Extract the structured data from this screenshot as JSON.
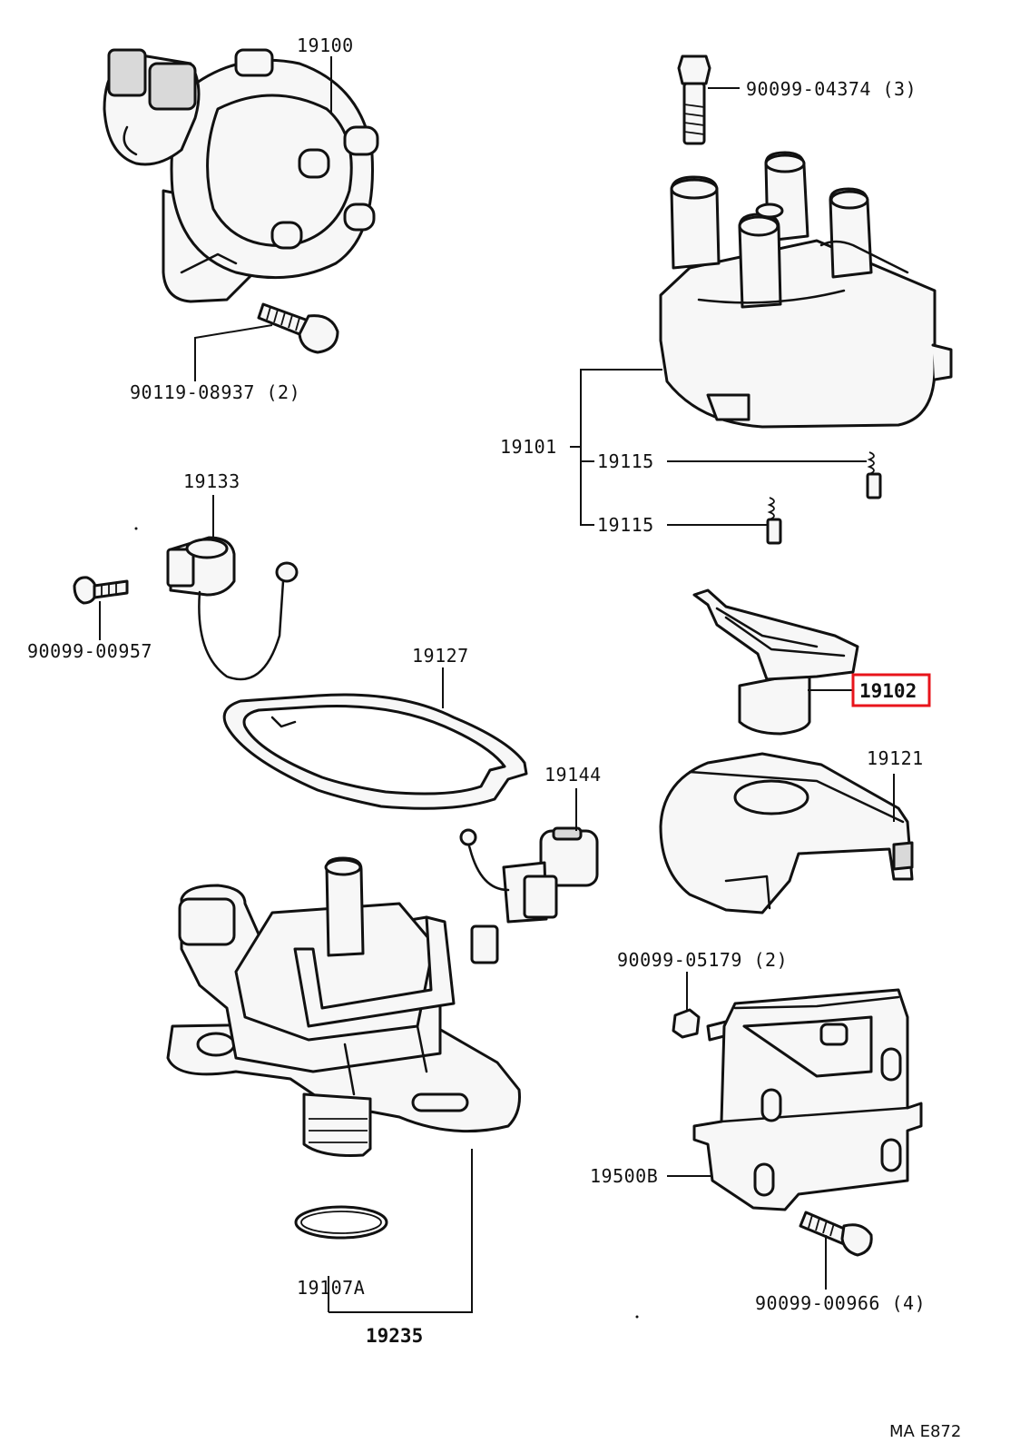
{
  "diagram": {
    "highlight_color": "#e8141b",
    "labels": {
      "p19100": "19100",
      "p90119": "90119-08937 (2)",
      "p90099_04374": "90099-04374 (3)",
      "p19101": "19101",
      "p19115a": "19115",
      "p19115b": "19115",
      "p19133": "19133",
      "p90099_00957": "90099-00957",
      "p19127": "19127",
      "p19102": "19102",
      "p19144": "19144",
      "p19121": "19121",
      "p90099_05179": "90099-05179 (2)",
      "p19500B": "19500B",
      "p90099_00966": "90099-00966 (4)",
      "p19107A": "19107A",
      "p19235": "19235",
      "figure_code": "MA E872"
    }
  }
}
